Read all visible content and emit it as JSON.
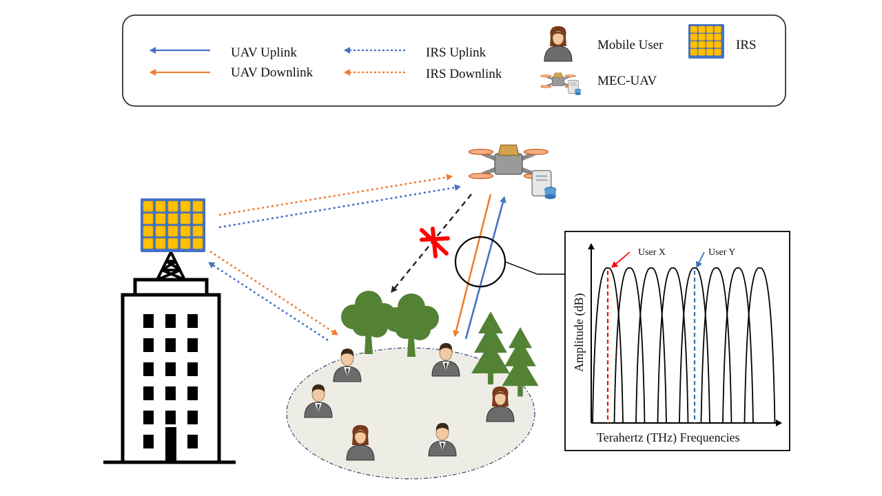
{
  "colors": {
    "uplink": "#4472C4",
    "downlink": "#ED7D31",
    "blocked": "#FF0000",
    "irs_tile": "#FFC000",
    "irs_frame": "#4472C4",
    "tree": "#548235",
    "ground": "#EDEDE6"
  },
  "legend": {
    "uav_uplink": "UAV Uplink",
    "uav_downlink": "UAV Downlink",
    "irs_uplink": "IRS Uplink",
    "irs_downlink": "IRS Downlink",
    "mobile_user": "Mobile User",
    "irs": "IRS",
    "mec_uav": "MEC-UAV"
  },
  "spectrum": {
    "ylabel": "Amplitude (dB)",
    "xlabel": "Terahertz (THz) Frequencies",
    "user_x": "User X",
    "user_y": "User Y",
    "carrier_count": 8,
    "user_x_carrier": 1,
    "user_y_carrier": 5
  },
  "icons": {
    "uav": "drone-icon",
    "server": "server-icon",
    "irs": "irs-panel-icon",
    "building": "building-icon",
    "tower": "tower-icon",
    "user": "person-icon",
    "tree": "tree-icon",
    "blocked": "x-mark-icon",
    "magnifier": "magnifier-icon"
  }
}
